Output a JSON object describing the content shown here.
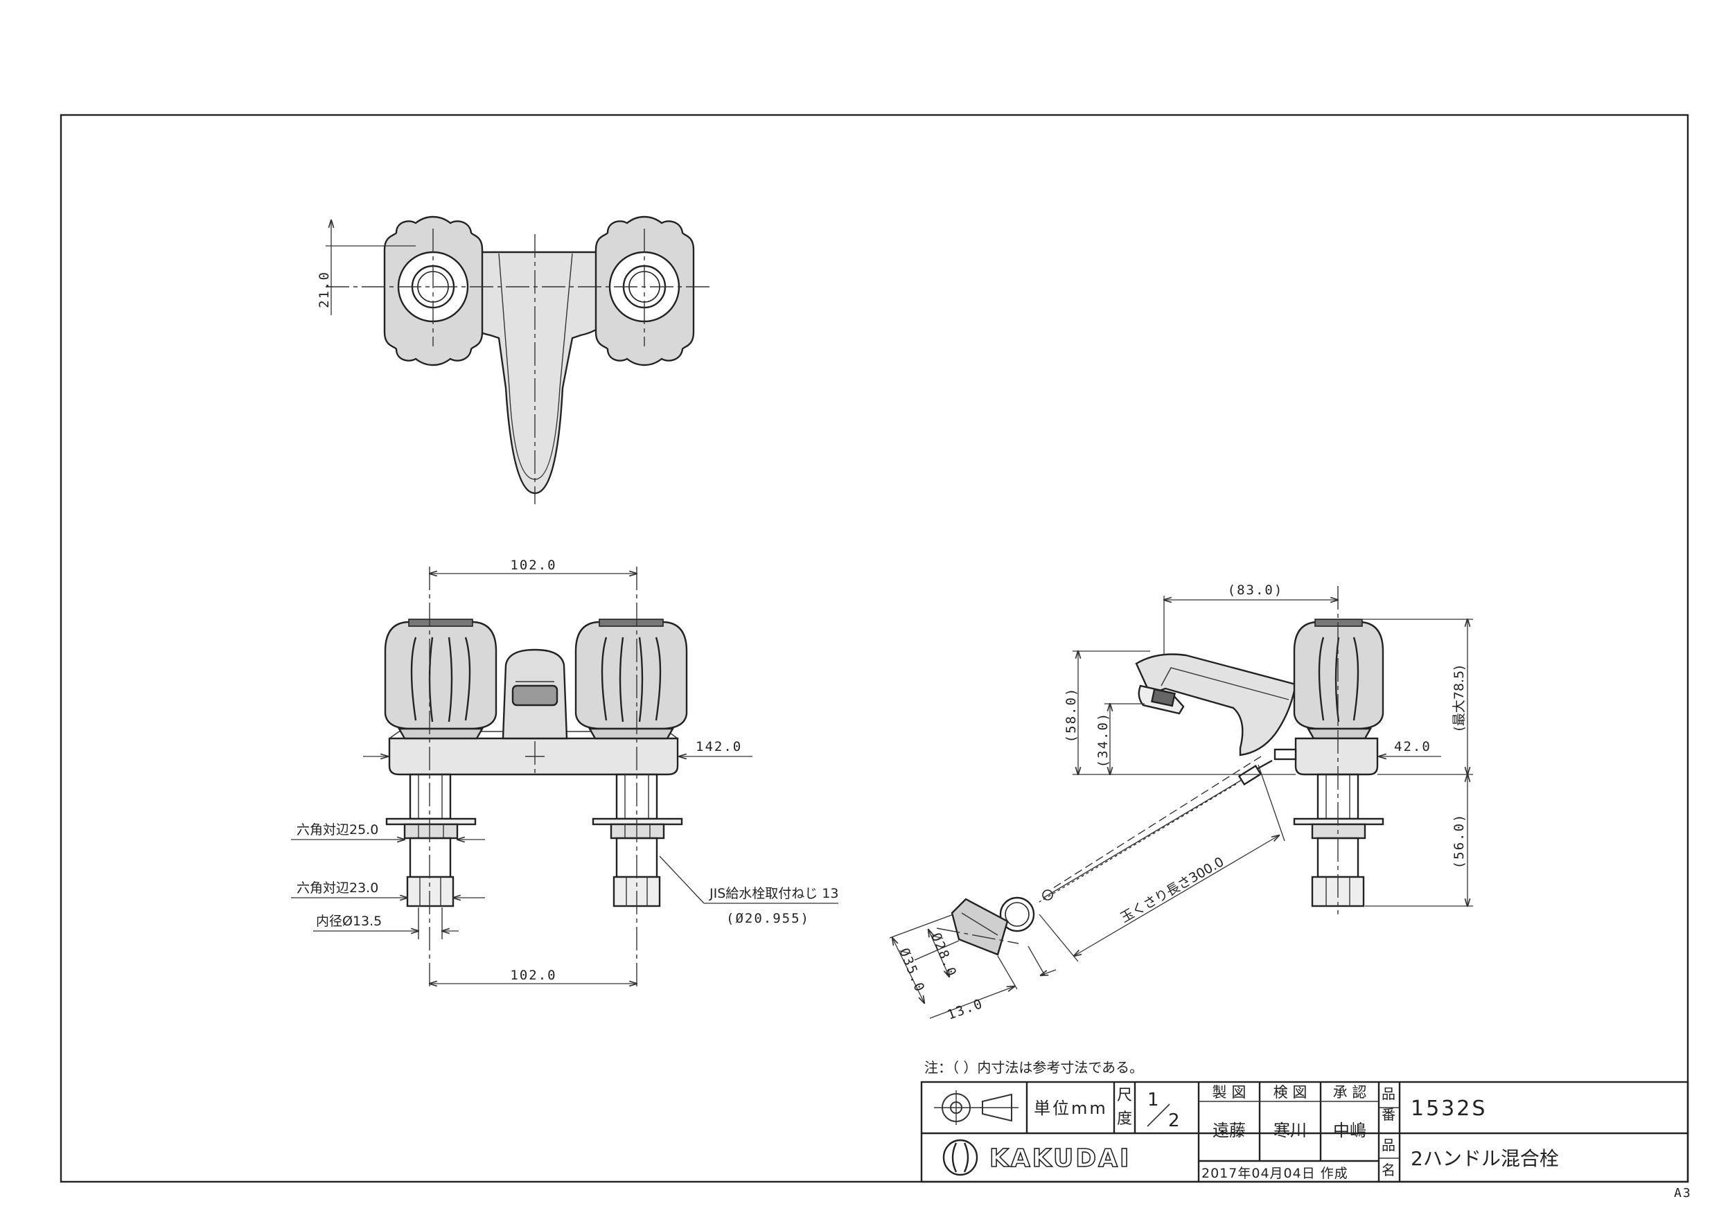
{
  "dimensions": {
    "top_handle_offset": "21.0",
    "front_spacing_top": "102.0",
    "front_spacing_bottom": "102.0",
    "base_width": "142.0",
    "hex_nut_upper": "六角対辺25.0",
    "hex_nut_lower": "六角対辺23.0",
    "inner_diameter": "内径Ø13.5",
    "jis_thread": "JIS給水栓取付ねじ 13",
    "jis_thread_dia": "(Ø20.955)",
    "spout_reach": "(83.0)",
    "spout_height_total": "(58.0)",
    "spout_height_outlet": "(34.0)",
    "max_height": "(最大78.5)",
    "side_base": "42.0",
    "shank_length": "(56.0)",
    "chain_length": "玉くさり長さ300.0",
    "plug_dia_small": "Ø28.0",
    "plug_dia_large": "Ø35.0",
    "plug_height": "13.0"
  },
  "note": "注：（ ）内寸法は参考寸法である。",
  "title_block": {
    "unit_label": "単位mm",
    "scale_label_1": "尺",
    "scale_label_2": "度",
    "scale_num": "1",
    "scale_den": "2",
    "drawn_label": "製 図",
    "checked_label": "検 図",
    "approved_label": "承 認",
    "drawn_by": "遠藤",
    "checked_by": "寒川",
    "approved_by": "中嶋",
    "part_no_label_1": "品",
    "part_no_label_2": "番",
    "part_no": "1532S",
    "name_label_1": "品",
    "name_label_2": "名",
    "product_name": "2ハンドル混合栓",
    "date": "2017年04月04日 作成",
    "brand": "KAKUDAI"
  },
  "sheet_size": "A3"
}
